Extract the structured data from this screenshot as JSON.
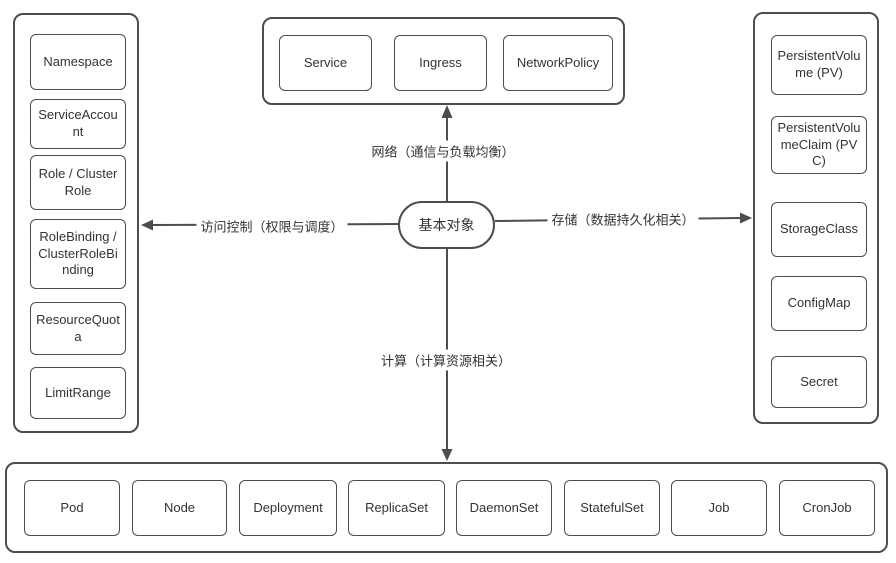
{
  "diagram": {
    "center_node": "基本对象",
    "edge_labels": {
      "network": "网络（通信与负载均衡）",
      "access_control": "访问控制（权限与调度）",
      "storage": "存储（数据持久化相关）",
      "compute": "计算（计算资源相关）"
    },
    "groups": {
      "access_control": {
        "items": [
          "Namespace",
          "ServiceAccount",
          "Role / ClusterRole",
          "RoleBinding / ClusterRoleBinding",
          "ResourceQuota",
          "LimitRange"
        ]
      },
      "network": {
        "items": [
          "Service",
          "Ingress",
          "NetworkPolicy"
        ]
      },
      "storage": {
        "items": [
          "PersistentVolume (PV)",
          "PersistentVolumeClaim (PVC)",
          "StorageClass",
          "ConfigMap",
          "Secret"
        ]
      },
      "compute": {
        "items": [
          "Pod",
          "Node",
          "Deployment",
          "ReplicaSet",
          "DaemonSet",
          "StatefulSet",
          "Job",
          "CronJob"
        ]
      }
    },
    "colors": {
      "stroke": "#4d4d4d",
      "text": "#333333",
      "background": "#ffffff"
    }
  }
}
